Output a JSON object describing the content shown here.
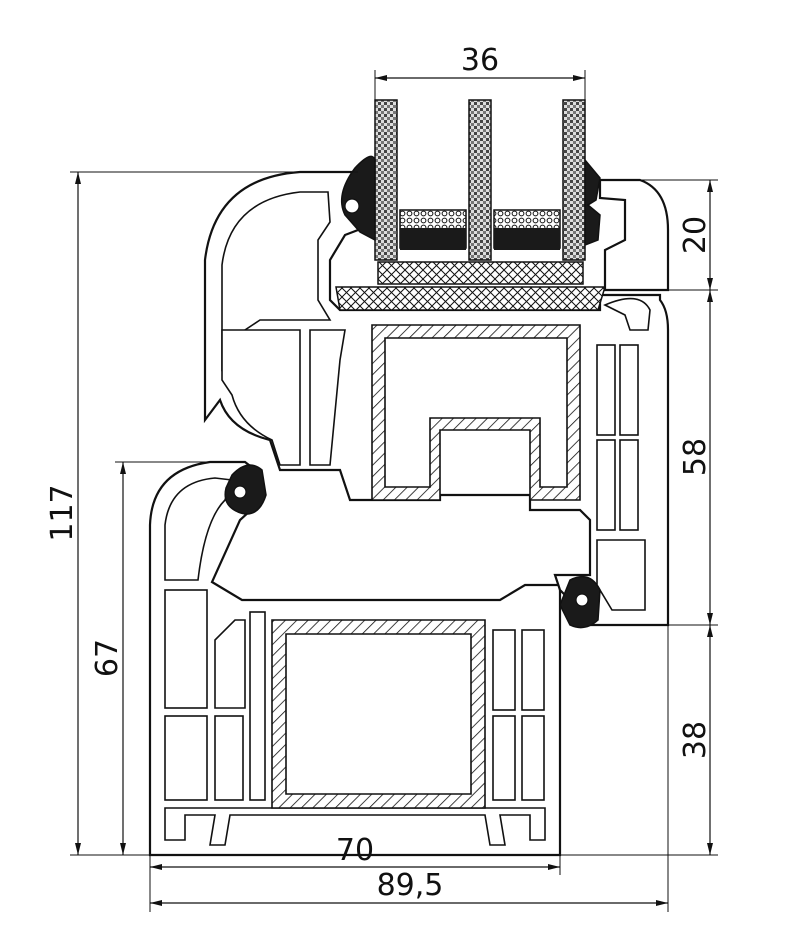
{
  "dimensions": {
    "glass_width": "36",
    "total_height": "117",
    "sash_overlap": "20",
    "sash_height": "58",
    "sash_bottom": "38",
    "frame_height": "67",
    "frame_depth": "70",
    "total_depth": "89,5"
  },
  "colors": {
    "line": "#111111",
    "background": "#ffffff",
    "gasket": "#1a1a1a"
  }
}
